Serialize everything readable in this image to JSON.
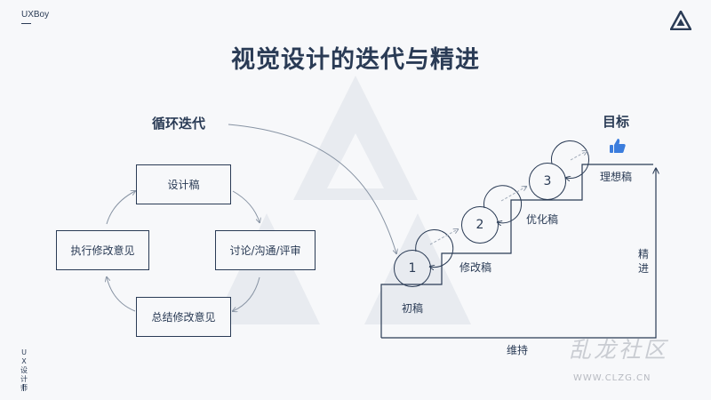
{
  "brand": {
    "name": "UXBoy"
  },
  "title": "视觉设计的迭代与精进",
  "loop": {
    "label": "循环迭代",
    "boxes": {
      "top": "设计稿",
      "right": "讨论/沟通/评审",
      "bottom": "总结修改意见",
      "left": "执行修改意见"
    }
  },
  "progression": {
    "goal_label": "目标",
    "steps": [
      {
        "number": "1",
        "label": "初稿"
      },
      {
        "number": "2",
        "label": "修改稿"
      },
      {
        "number": "3",
        "label": "优化稿"
      }
    ],
    "final_label": "理想稿",
    "refine_label": "精进",
    "maintain_label": "维持"
  },
  "side_credit": "UX设计师",
  "watermark": {
    "text": "乱龙社区",
    "url": "WWW.CLZG.CN"
  },
  "icons": [
    "uxboy-logo-icon",
    "thumbs-up-icon"
  ],
  "colors": {
    "ink": "#2a3b55",
    "background": "#f7f8fa",
    "thumb": "#3b7ddd",
    "decor": "#e6e9ee"
  }
}
